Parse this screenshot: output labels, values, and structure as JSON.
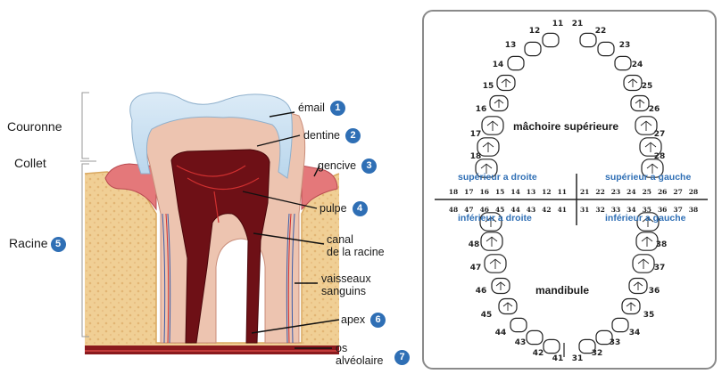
{
  "tooth_diagram": {
    "side_labels": {
      "crown": "Couronne",
      "neck": "Collet",
      "root": "Racine",
      "root_number": "5"
    },
    "parts": [
      {
        "label": "émail",
        "number": "1"
      },
      {
        "label": "dentine",
        "number": "2"
      },
      {
        "label": "gencive",
        "number": "3"
      },
      {
        "label": "pulpe",
        "number": "4"
      },
      {
        "label": "canal\nde la racine",
        "number": ""
      },
      {
        "label": "vaisseaux\nsanguins",
        "number": ""
      },
      {
        "label": "apex",
        "number": "6"
      },
      {
        "label": "os\nalvéolaire",
        "number": "7"
      }
    ]
  },
  "dental_chart": {
    "upper_jaw_label": "mâchoire supérieure",
    "lower_jaw_label": "mandibule",
    "quadrants": {
      "upper_right": "supérieur a droite",
      "upper_left": "supérieur a gauche",
      "lower_right": "inférieur a droite",
      "lower_left": "inférieur a gauche"
    },
    "upper_arch_right": [
      "11",
      "12",
      "13",
      "14",
      "15",
      "16",
      "17",
      "18"
    ],
    "upper_arch_left": [
      "21",
      "22",
      "23",
      "24",
      "25",
      "26",
      "27",
      "28"
    ],
    "lower_arch_right": [
      "41",
      "42",
      "43",
      "44",
      "45",
      "46",
      "47",
      "48"
    ],
    "lower_arch_left": [
      "31",
      "32",
      "33",
      "34",
      "35",
      "36",
      "37",
      "38"
    ],
    "midline_upper_row": [
      "18",
      "17",
      "16",
      "15",
      "14",
      "13",
      "12",
      "11",
      "21",
      "22",
      "23",
      "24",
      "25",
      "26",
      "27",
      "28"
    ],
    "midline_lower_row": [
      "48",
      "47",
      "46",
      "45",
      "44",
      "43",
      "42",
      "41",
      "31",
      "32",
      "33",
      "34",
      "35",
      "36",
      "37",
      "38"
    ]
  }
}
